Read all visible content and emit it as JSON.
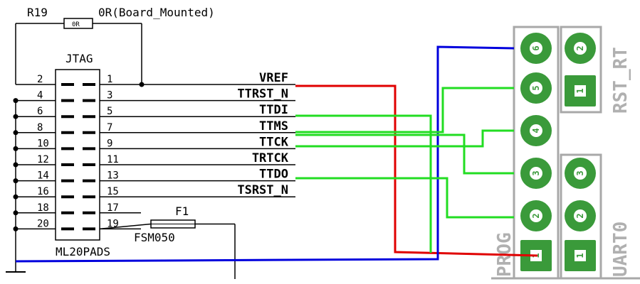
{
  "resistor": {
    "ref": "R19",
    "value": "0R(Board_Mounted)",
    "body": "0R"
  },
  "connector": {
    "title": "JTAG",
    "footer": "ML20PADS"
  },
  "fuse": {
    "ref": "F1",
    "value": "FSM050"
  },
  "left_pins": [
    "2",
    "4",
    "6",
    "8",
    "10",
    "12",
    "14",
    "16",
    "18",
    "20"
  ],
  "right_pins": [
    "1",
    "3",
    "5",
    "7",
    "9",
    "11",
    "13",
    "15",
    "17",
    "19"
  ],
  "signals": [
    "VREF",
    "TTRST_N",
    "TTDI",
    "TTMS",
    "TTCK",
    "TRTCK",
    "TTDO",
    "TSRST_N"
  ],
  "header_labels": {
    "prog": "PROG",
    "rst": "RST_RT",
    "uart": "UART0"
  },
  "prog_pads": [
    "6",
    "5",
    "4",
    "3",
    "2",
    "1"
  ],
  "rst_pads": [
    "2",
    "1"
  ],
  "uart_pads": [
    "3",
    "2",
    "1"
  ],
  "colors": {
    "red": "#e00000",
    "green": "#22dd22",
    "blue": "#0000dd",
    "pad": "#3a9a3a",
    "outline": "#a8a8a8"
  }
}
